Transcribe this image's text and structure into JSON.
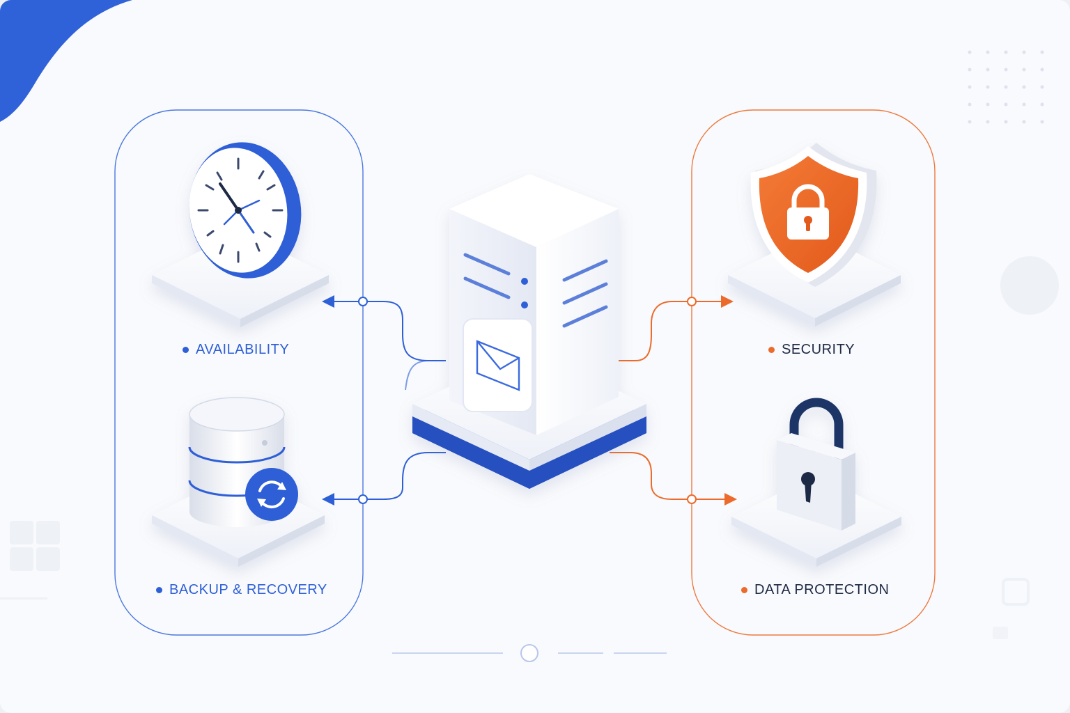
{
  "labels": {
    "availability": "AVAILABILITY",
    "backup": "BACKUP & RECOVERY",
    "security": "SECURITY",
    "data_protection": "DATA PROTECTION"
  },
  "icons": {
    "center": "email-server-icon",
    "availability": "clock-icon",
    "backup": "database-sync-icon",
    "security": "shield-lock-icon",
    "data_protection": "padlock-icon"
  },
  "colors": {
    "blue": "#2d5fd6",
    "orange": "#ec6a2a",
    "dark": "#1f2a44"
  }
}
